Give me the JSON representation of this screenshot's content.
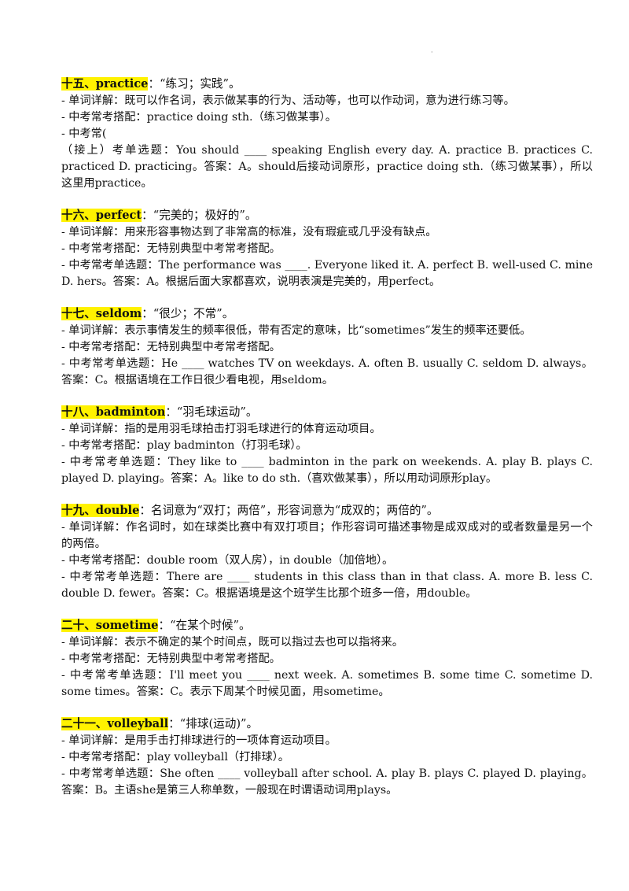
{
  "top_mark": "·",
  "entries": [
    {
      "heading": "十五、practice",
      "gloss": "：“练习；实践”。",
      "lines": [
        "- 单词详解：既可以作名词，表示做某事的行为、活动等，也可以作动词，意为进行练习等。",
        "- 中考常考搭配：practice doing sth.（练习做某事）。",
        "- 中考常(",
        "（接上）考单选题：You should ____ speaking English every day. A. practice  B. practices  C. practiced  D. practicing。答案：A。should后接动词原形，practice doing sth.（练习做某事），所以这里用practice。"
      ]
    },
    {
      "heading": "十六、perfect",
      "gloss": "：“完美的；极好的”。",
      "lines": [
        "- 单词详解：用来形容事物达到了非常高的标准，没有瑕疵或几乎没有缺点。",
        "- 中考常考搭配：无特别典型中考常考搭配。",
        "- 中考常考单选题：The performance was ____. Everyone liked it. A. perfect  B. well-used  C. mine  D. hers。答案：A。根据后面大家都喜欢，说明表演是完美的，用perfect。"
      ]
    },
    {
      "heading": "十七、seldom",
      "gloss": "：“很少；不常”。",
      "lines": [
        "- 单词详解：表示事情发生的频率很低，带有否定的意味，比“sometimes”发生的频率还要低。",
        "- 中考常考搭配：无特别典型中考常考搭配。",
        "- 中考常考单选题：He ____ watches TV on weekdays. A. often  B. usually  C. seldom  D. always。答案：C。根据语境在工作日很少看电视，用seldom。"
      ]
    },
    {
      "heading": "十八、badminton",
      "gloss": "：“羽毛球运动”。",
      "lines": [
        "- 单词详解：指的是用羽毛球拍击打羽毛球进行的体育运动项目。",
        "- 中考常考搭配：play badminton（打羽毛球）。",
        "- 中考常考单选题：They like to ____ badminton in the park on weekends. A. play  B. plays  C. played  D. playing。答案：A。like to do sth.（喜欢做某事），所以用动词原形play。"
      ]
    },
    {
      "heading": "十九、double",
      "gloss": "：名词意为“双打；两倍”，形容词意为“成双的；两倍的”。",
      "lines": [
        "- 单词详解：作名词时，如在球类比赛中有双打项目；作形容词可描述事物是成双成对的或者数量是另一个的两倍。",
        "- 中考常考搭配：double room（双人房），in double（加倍地）。",
        "- 中考常考单选题：There are ____ students in this class than in that class. A. more  B. less  C. double  D. fewer。答案：C。根据语境是这个班学生比那个班多一倍，用double。"
      ]
    },
    {
      "heading": "二十、sometime",
      "gloss": "：“在某个时候”。",
      "lines": [
        "- 单词详解：表示不确定的某个时间点，既可以指过去也可以指将来。",
        "- 中考常考搭配：无特别典型中考常考搭配。",
        "- 中考常考单选题：I'll meet you ____ next week. A. sometimes  B. some time  C. sometime  D. some times。答案：C。表示下周某个时候见面，用sometime。"
      ]
    },
    {
      "heading": "二十一、volleyball",
      "gloss": "：“排球(运动)”。",
      "lines": [
        "- 单词详解：是用手击打排球进行的一项体育运动项目。",
        "- 中考常考搭配：play volleyball（打排球）。",
        "- 中考常考单选题：She often ____ volleyball after school. A. play  B. plays  C. played  D. playing。答案：B。主语she是第三人称单数，一般现在时谓语动词用plays。"
      ]
    }
  ]
}
